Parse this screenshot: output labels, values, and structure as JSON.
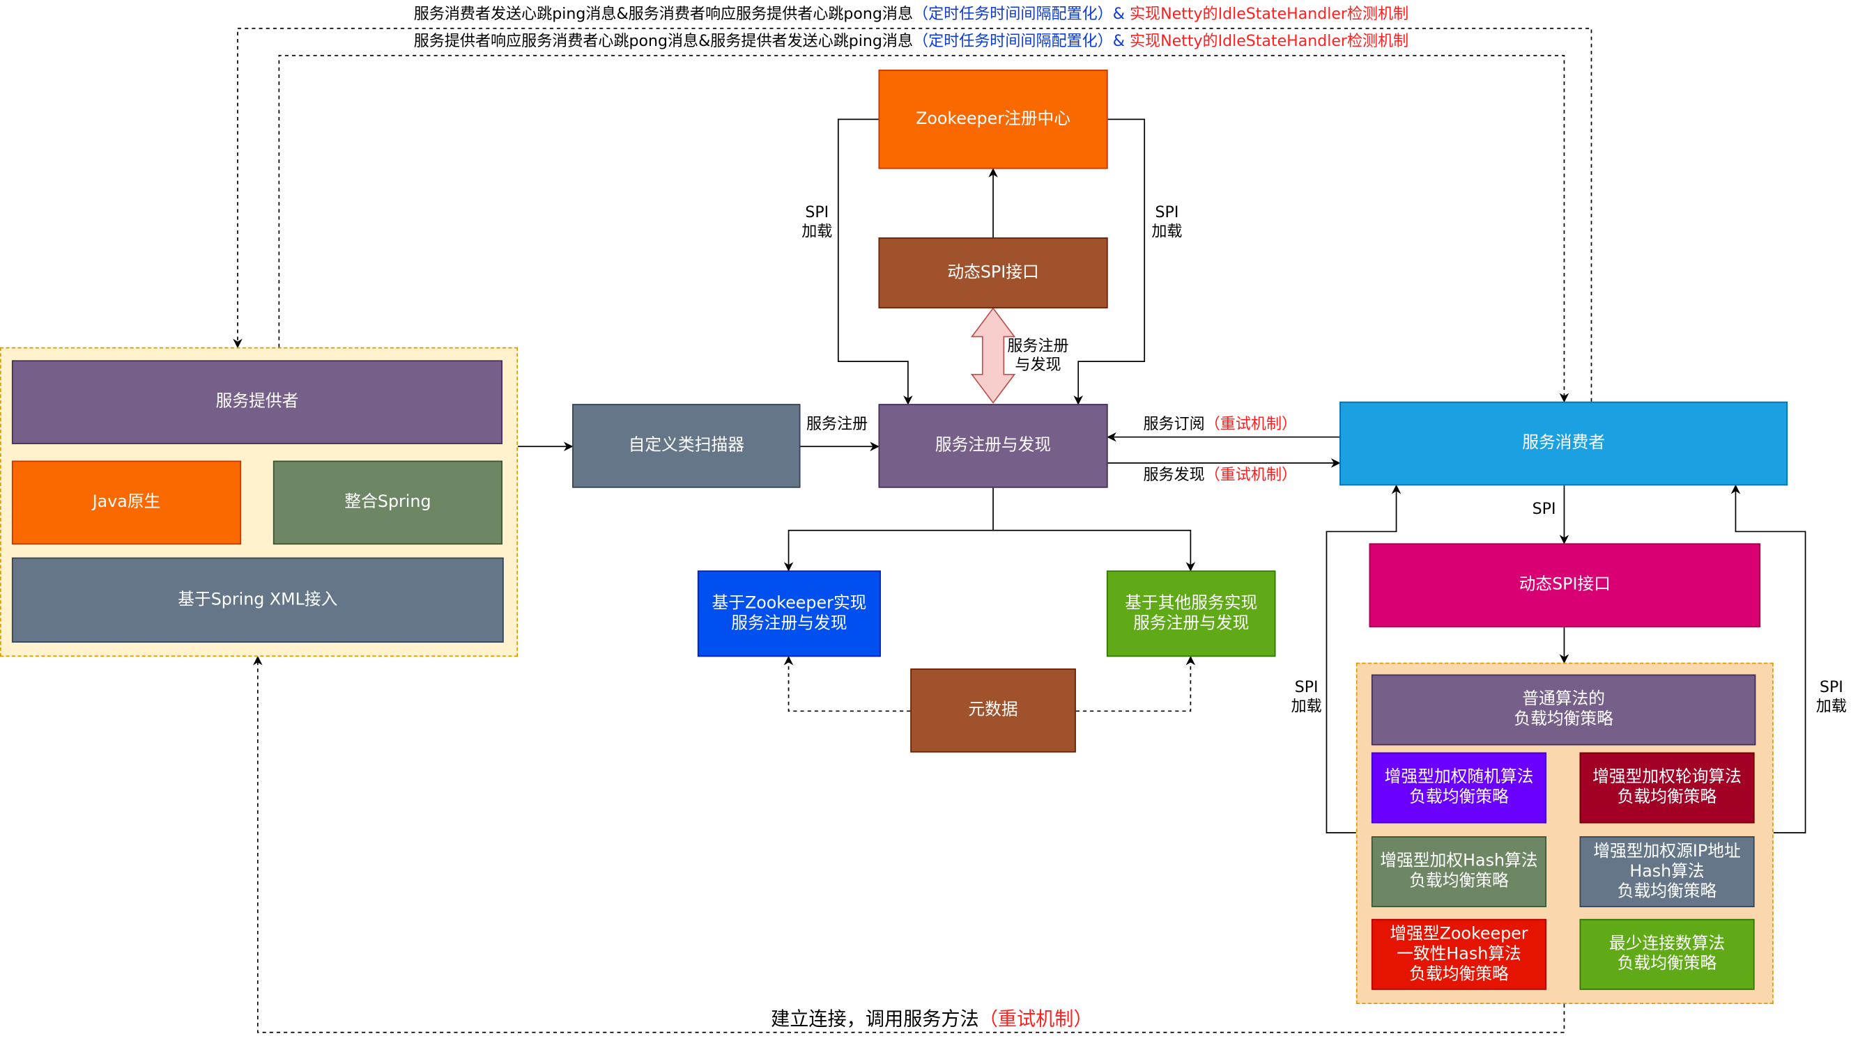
{
  "colors": {
    "purple": "#76608a",
    "orange": "#fa6800",
    "sage": "#6d8764",
    "slate": "#647687",
    "brown": "#a0522d",
    "sky": "#1ba1e2",
    "magenta": "#d80073",
    "cobalt": "#0050ef",
    "green": "#60a917",
    "violet": "#6a00ff",
    "crimson": "#a20025",
    "red": "#e51400",
    "group_yellow": "#fff2cc",
    "group_orange": "#fad7ac",
    "link_blue": "#0b3bd8",
    "link_red": "#ff1f1f"
  },
  "heartbeat": {
    "line1": {
      "text": "服务消费者发送心跳ping消息&服务消费者响应服务提供者心跳pong消息",
      "blue": "（定时任务时间间隔配置化）",
      "amp": "&",
      "red": "实现Netty的IdleStateHandler检测机制"
    },
    "line2": {
      "text": "服务提供者响应服务消费者心跳pong消息&服务提供者发送心跳ping消息",
      "blue": "（定时任务时间间隔配置化）",
      "amp": "&",
      "red": "实现Netty的IdleStateHandler检测机制"
    }
  },
  "nodes": {
    "zookeeper": "Zookeeper注册中心",
    "dynamic_spi_top": "动态SPI接口",
    "registry": "服务注册与发现",
    "scanner": "自定义类扫描器",
    "provider": "服务提供者",
    "java_native": "Java原生",
    "spring": "整合Spring",
    "spring_xml": "基于Spring XML接入",
    "consumer": "服务消费者",
    "dynamic_spi_right": "动态SPI接口",
    "zk_impl": "基于Zookeeper实现\n服务注册与发现",
    "other_impl": "基于其他服务实现\n服务注册与发现",
    "metadata": "元数据",
    "lb_normal": "普通算法的\n负载均衡策略",
    "lb_weighted_random": "增强型加权随机算法\n负载均衡策略",
    "lb_weighted_round": "增强型加权轮询算法\n负载均衡策略",
    "lb_weighted_hash": "增强型加权Hash算法\n负载均衡策略",
    "lb_weighted_ip_hash": "增强型加权源IP地址\nHash算法\n负载均衡策略",
    "lb_zk_consistent_hash": "增强型Zookeeper\n一致性Hash算法\n负载均衡策略",
    "lb_least_connections": "最少连接数算法\n负载均衡策略"
  },
  "labels": {
    "spi_load_left": "SPI\n加载",
    "spi_load_right": "SPI\n加载",
    "register_discover": "服务注册\n与发现",
    "service_register": "服务注册",
    "subscribe": "服务订阅",
    "discover": "服务发现",
    "retry": "（重试机制）",
    "spi": "SPI",
    "spi_load_lb_left": "SPI\n加载",
    "spi_load_lb_right": "SPI\n加载",
    "connect": "建立连接，调用服务方法"
  }
}
